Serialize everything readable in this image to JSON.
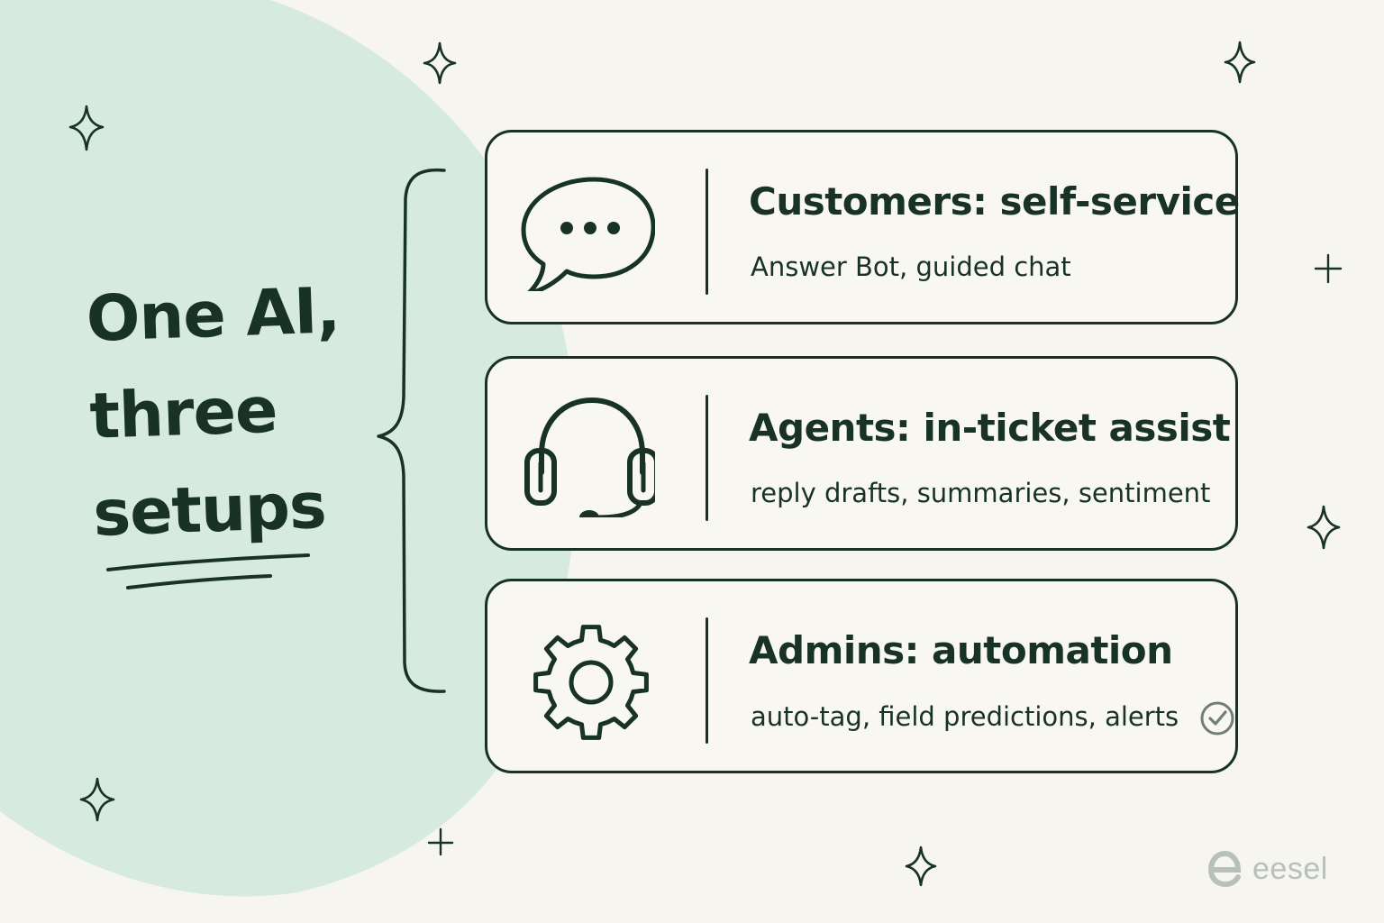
{
  "heading": {
    "line1": "One AI,",
    "line2": "three",
    "line3": "setups"
  },
  "cards": [
    {
      "icon": "chat-bubble-icon",
      "title": "Customers: self-service",
      "description": "Answer Bot, guided chat"
    },
    {
      "icon": "headset-icon",
      "title": "Agents: in-ticket assist",
      "description": "reply drafts, summaries, sentiment"
    },
    {
      "icon": "gear-icon",
      "title": "Admins: automation",
      "description": "auto-tag, field predictions, alerts",
      "badge_icon": "check-circle-icon"
    }
  ],
  "logo": {
    "text": "eesel"
  },
  "colors": {
    "background": "#f6f5f0",
    "blob": "#d6eadf",
    "ink": "#183226",
    "logo": "#b7c0b9",
    "check": "#6f7f75"
  }
}
